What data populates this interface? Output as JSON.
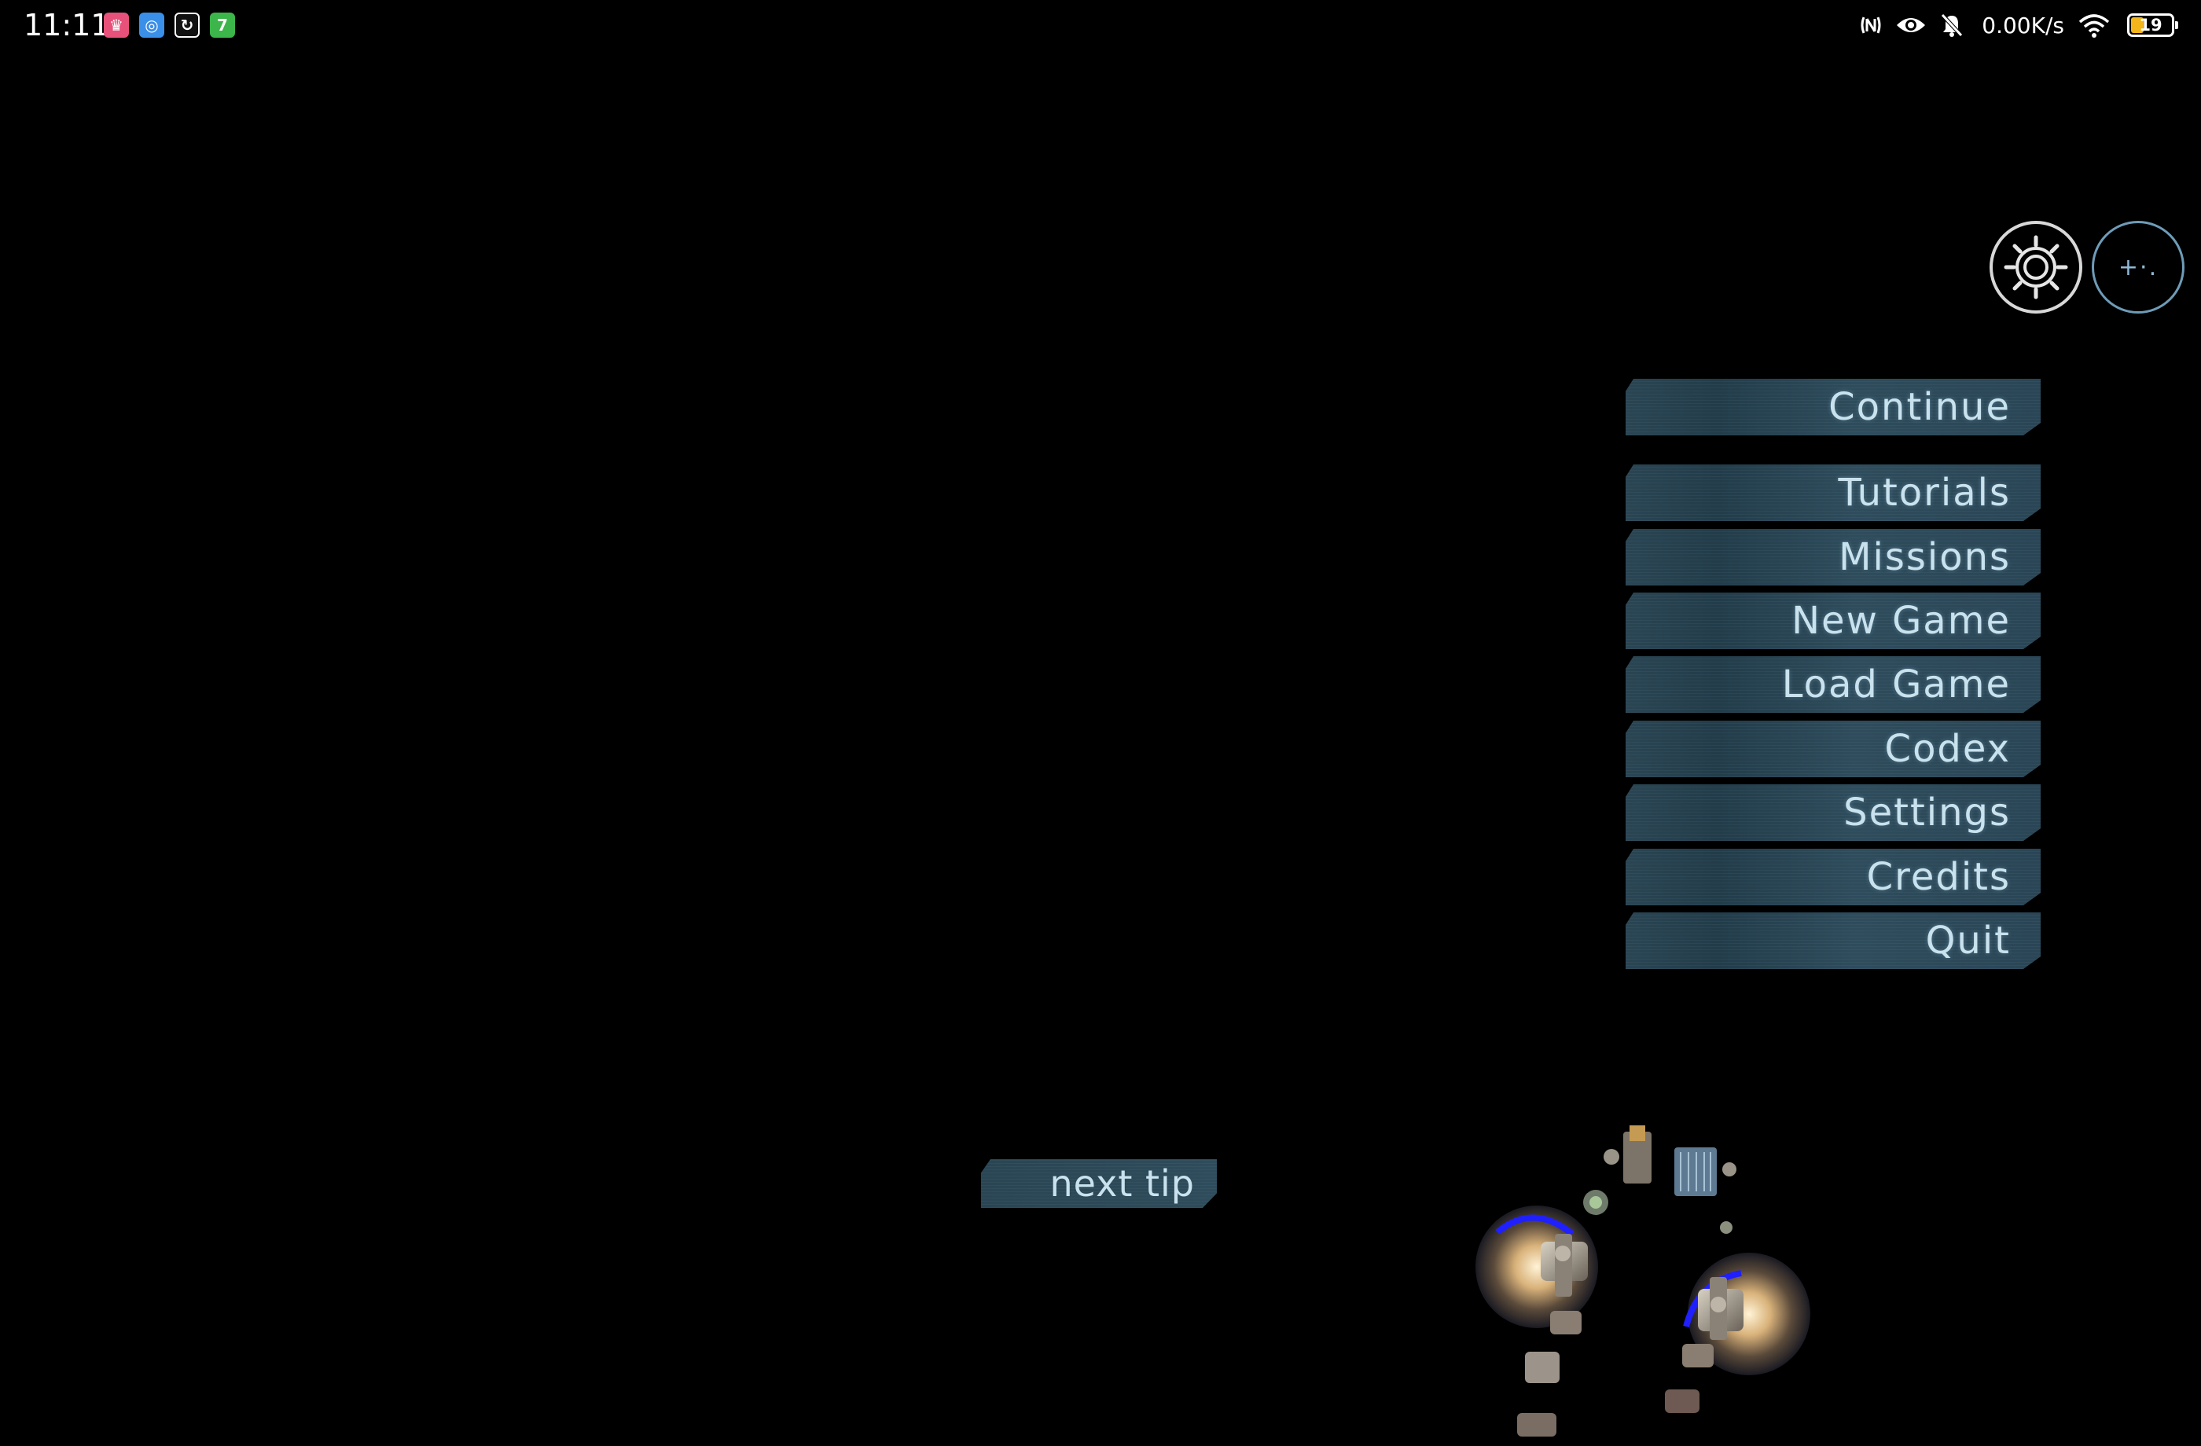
{
  "status_bar": {
    "time": "11:11",
    "app_icons": [
      {
        "name": "app-icon-1",
        "glyph": "♛",
        "color": "#e8517a"
      },
      {
        "name": "app-icon-2",
        "glyph": "◎",
        "color": "#3a8fe8"
      },
      {
        "name": "app-icon-3",
        "glyph": "↻",
        "color": "#ffffff"
      },
      {
        "name": "app-icon-4",
        "glyph": "7",
        "color": "#3cb54a"
      }
    ],
    "net_speed": "0.00K/s",
    "battery_level": "19"
  },
  "top_buttons": {
    "settings_icon": "gear-icon",
    "controller_icon": "gamepad-icon",
    "controller_glyph": "+·."
  },
  "menu": {
    "items": [
      {
        "label": "Continue"
      },
      {
        "label": "Tutorials"
      },
      {
        "label": "Missions"
      },
      {
        "label": "New Game"
      },
      {
        "label": "Load Game"
      },
      {
        "label": "Codex"
      },
      {
        "label": "Settings"
      },
      {
        "label": "Credits"
      },
      {
        "label": "Quit"
      }
    ]
  },
  "tip": {
    "label": "next tip"
  },
  "colors": {
    "button_text": "#c9e2ee",
    "button_bg": "#2a4553",
    "background": "#000000",
    "engine_glow": "#f3d9a0",
    "shield": "#1a1aff"
  }
}
